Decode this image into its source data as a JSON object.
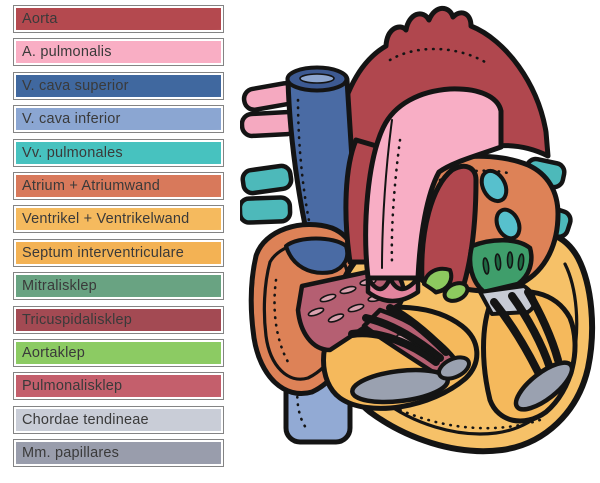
{
  "legend": {
    "items": [
      {
        "label": "Aorta",
        "color": "#b4494f",
        "light": "#dfa3a4"
      },
      {
        "label": "A. pulmonalis",
        "color": "#f9aec4",
        "light": "#fddbe6"
      },
      {
        "label": "V. cava superior",
        "color": "#40689f",
        "light": "#93a9cc"
      },
      {
        "label": "V. cava inferior",
        "color": "#8ba6d2",
        "light": "#cdd8ea"
      },
      {
        "label": "Vv. pulmonales",
        "color": "#47c2bf",
        "light": "#aae2df"
      },
      {
        "label": "Atrium + Atriumwand",
        "color": "#d8795b",
        "light": "#eebaa6"
      },
      {
        "label": "Ventrikel + Ventrikelwand",
        "color": "#f5ba5e",
        "light": "#fbe0b2"
      },
      {
        "label": "Septum interventriculare",
        "color": "#f3b254",
        "light": "#fadcab"
      },
      {
        "label": "Mitralisklep",
        "color": "#69a382",
        "light": "#adcfbc"
      },
      {
        "label": "Tricuspidalisklep",
        "color": "#a34a53",
        "light": "#cf969b"
      },
      {
        "label": "Aortaklep",
        "color": "#8ccb63",
        "light": "#c9e7b2"
      },
      {
        "label": "Pulmonalisklep",
        "color": "#c45f6c",
        "light": "#e2a8b0"
      },
      {
        "label": "Chordae tendineae",
        "color": "#c9cdd7",
        "light": "#eceef2"
      },
      {
        "label": "Mm. papillares",
        "color": "#999dac",
        "light": "#c9ccd6"
      }
    ]
  },
  "illustration": {
    "name": "heart-cross-section-drawing",
    "colors": {
      "aorta": "#b0474e",
      "pulm_trunk": "#f8aec5",
      "pulm_stub": "#f5a9c0",
      "svc": "#4a6ba4",
      "svc_rim": "#3d5a92",
      "svc_lumen": "#8da6cf",
      "ivc": "#92aad4",
      "vein_teal": "#4db9ba",
      "pv_oval": "#57c0cd",
      "atrium": "#dd8257",
      "atrium_inner": "#e9a37c",
      "ventricle_wall": "#f6c168",
      "cavity": "#f5b95c",
      "mitral": "#3f9e6b",
      "mitral_slot": "#1f6b44",
      "tricuspid": "#b55f72",
      "tricuspid_slot": "#daa2b0",
      "aortic_valve": "#8cc95f",
      "pulmonary_valve": "#e2849e",
      "chordae": "#c7cbd5",
      "papillary": "#9aa1b0"
    }
  }
}
